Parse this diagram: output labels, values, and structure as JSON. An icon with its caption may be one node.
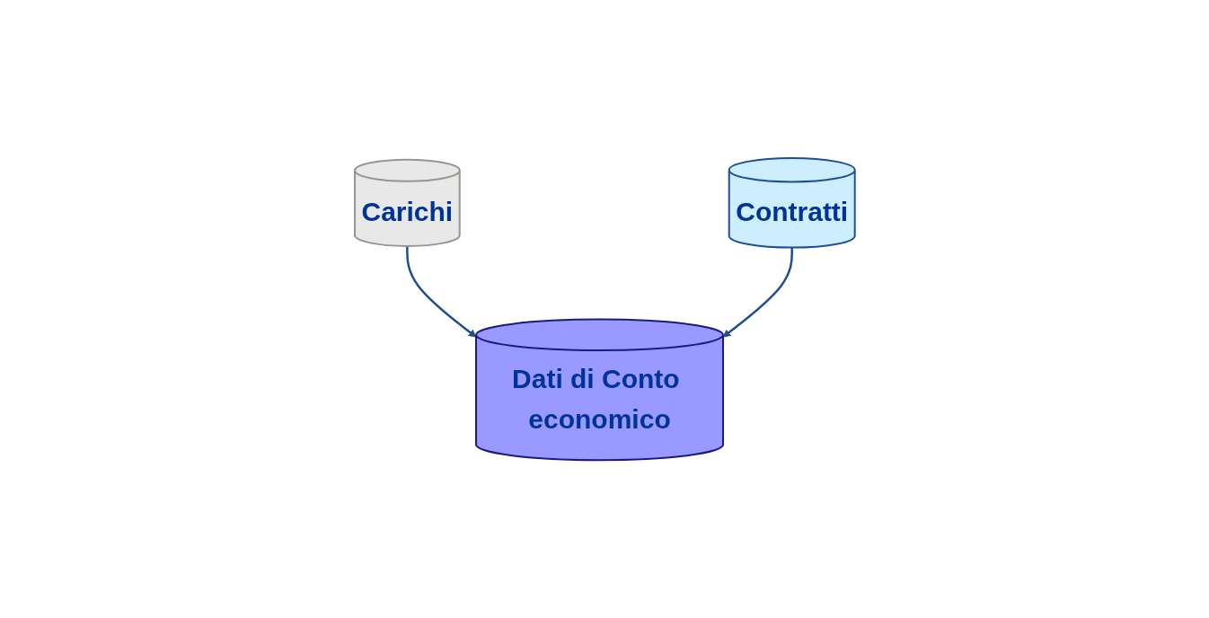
{
  "diagram": {
    "nodes": [
      {
        "text": [
          "Carichi"
        ]
      },
      {
        "text": [
          "Contratti"
        ]
      },
      {
        "text": [
          "Dati di Conto economico"
        ]
      }
    ],
    "edges": [
      {
        "from": 0,
        "to": 2,
        "arrow": "to"
      },
      {
        "from": 1,
        "to": 2,
        "arrow": "to"
      }
    ]
  }
}
